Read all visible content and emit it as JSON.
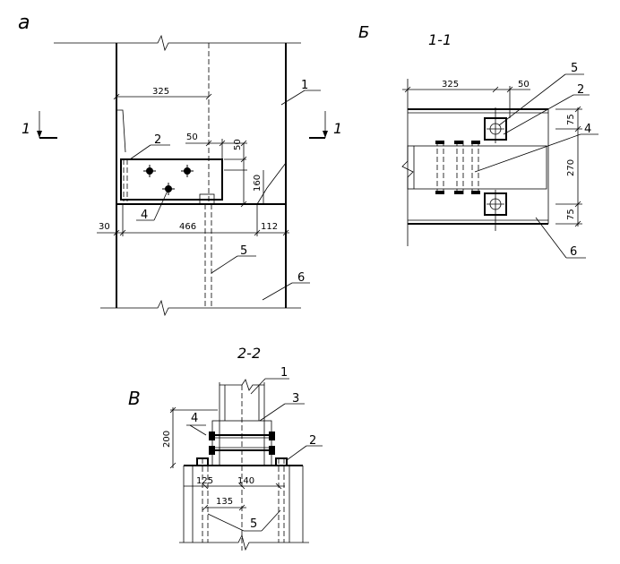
{
  "views": {
    "a": {
      "letter": "а"
    },
    "b": {
      "letter": "Б",
      "section": "1-1"
    },
    "v": {
      "letter": "В",
      "section": "2-2"
    }
  },
  "section_marks": {
    "left": "1",
    "right": "1"
  },
  "view_a": {
    "dims": {
      "d325": "325",
      "d50h": "50",
      "d50v": "50",
      "d160": "160",
      "d30": "30",
      "d466": "466",
      "d112": "112"
    },
    "callouts": {
      "c1": "1",
      "c2": "2",
      "c4": "4",
      "c5": "5",
      "c6": "6"
    }
  },
  "view_b": {
    "dims": {
      "d325": "325",
      "d50": "50",
      "d75a": "75",
      "d270": "270",
      "d75b": "75"
    },
    "callouts": {
      "c5": "5",
      "c2": "2",
      "c4": "4",
      "c6": "6"
    }
  },
  "view_v": {
    "dims": {
      "d200": "200",
      "d125": "125",
      "d140": "140",
      "d135": "135"
    },
    "callouts": {
      "c1": "1",
      "c3": "3",
      "c4": "4",
      "c2": "2",
      "c5": "5"
    }
  }
}
